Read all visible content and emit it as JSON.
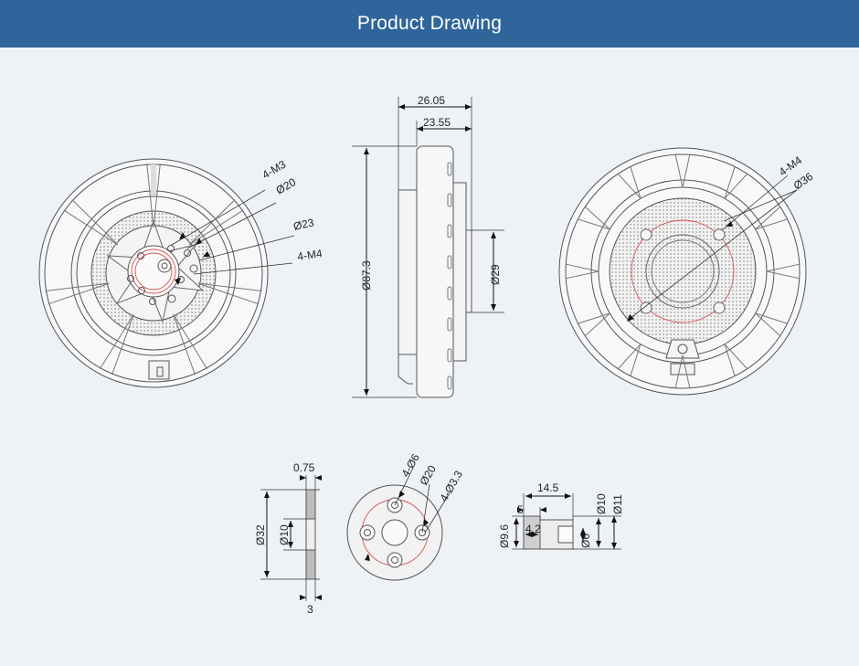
{
  "header": {
    "title": "Product Drawing"
  },
  "front_view": {
    "labels": {
      "holes_small": "4-M3",
      "pcd_small": "Ø20",
      "pcd_mid": "Ø23",
      "holes_big": "4-M4"
    }
  },
  "side_view": {
    "labels": {
      "total_length": "26.05",
      "body_length": "23.55",
      "outer_diameter": "Ø87.3",
      "shaft_boss": "Ø29"
    }
  },
  "back_view": {
    "labels": {
      "holes": "4-M4",
      "pcd": "Ø36"
    }
  },
  "adapter_side": {
    "labels": {
      "thickness_top": "0.75",
      "outer_diameter": "Ø32",
      "inner_diameter": "Ø10",
      "thickness": "3"
    }
  },
  "adapter_face": {
    "labels": {
      "holes_a": "4-Ø6",
      "pcd": "Ø20",
      "holes_b": "4-Ø3.3"
    }
  },
  "bushing": {
    "labels": {
      "length": "14.5",
      "step": "5",
      "inner": "4.2",
      "bore": "Ø9.6",
      "d10": "Ø10",
      "d11": "Ø11",
      "d6": "Ø6"
    }
  },
  "colors": {
    "header_bg": "#2f659b",
    "background": "#eef2f6",
    "line": "#555555",
    "red_circle": "#d9534f"
  }
}
